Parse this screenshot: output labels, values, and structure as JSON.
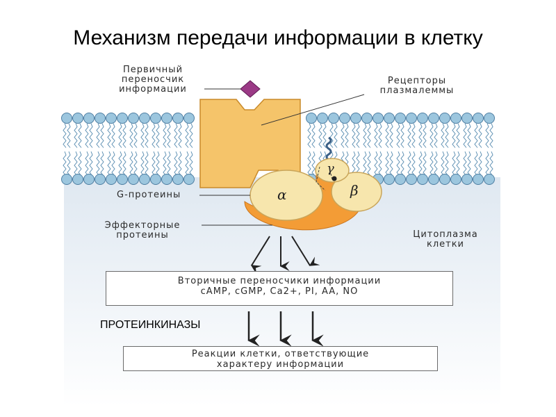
{
  "title": "Механизм передачи информации в клетку",
  "labels": {
    "primary_messenger": [
      "Первичный",
      "переносчик",
      "информации"
    ],
    "receptors": [
      "Рецепторы",
      "плазмалеммы"
    ],
    "g_proteins": "G-протеины",
    "effector_proteins": [
      "Эффекторные",
      "протеины"
    ],
    "cytoplasm": [
      "Цитоплазма",
      "клетки"
    ],
    "alpha": "α",
    "beta": "β",
    "gamma": "γ"
  },
  "second_messengers_box": {
    "line1": "Вторичные переносчики информации",
    "line2": "cAMP, cGMP, Ca2+, PI, AA, NO"
  },
  "proteinkinases_label": "ПРОТЕИНКИНАЗЫ",
  "cell_reactions_box": {
    "line1": "Реакции клетки, ответствующие",
    "line2": "характеру информации"
  },
  "colors": {
    "membrane_head": "#9cc6de",
    "membrane_tail": "#5e90b3",
    "cytoplasm": "#dfe8f1",
    "receptor": "#f5c46a",
    "g_protein": "#f7e6ad",
    "effector": "#f39c36",
    "ligand": "#9b3a86"
  }
}
